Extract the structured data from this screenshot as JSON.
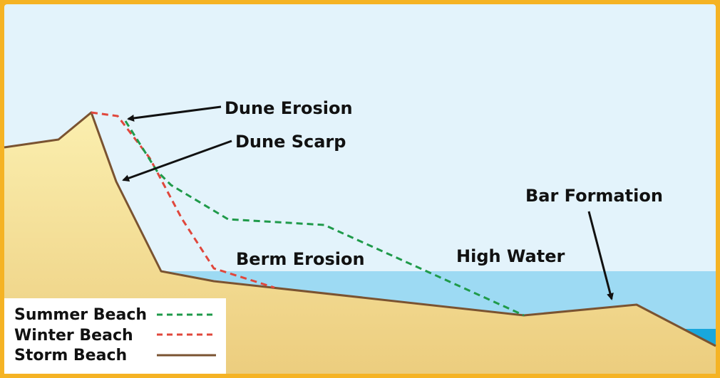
{
  "labels": {
    "dune_erosion": "Dune Erosion",
    "dune_scarp": "Dune Scarp",
    "bar_formation": "Bar Formation",
    "berm_erosion": "Berm Erosion",
    "high_water": "High Water"
  },
  "legend": {
    "items": [
      {
        "label": "Summer Beach",
        "style": "dashed",
        "color": "#1f9a4a"
      },
      {
        "label": "Winter Beach",
        "style": "dashed",
        "color": "#e0473c"
      },
      {
        "label": "Storm Beach",
        "style": "solid",
        "color": "#7a5331"
      }
    ]
  },
  "colors": {
    "frame": "#f5b324",
    "sky": "#e3f3fb",
    "water": "#9ddaf3",
    "deep_water": "#19a7dc",
    "sand_light": "#fbefaf",
    "sand_dark": "#eccd7e",
    "storm_profile": "#7a5331",
    "summer_profile": "#1f9a4a",
    "winter_profile": "#e0473c",
    "arrow": "#111111",
    "legend_bg": "#ffffff"
  }
}
